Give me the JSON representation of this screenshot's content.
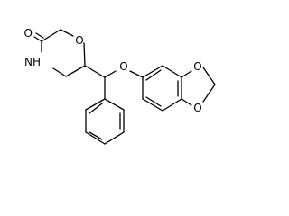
{
  "molecule": {
    "atoms": {
      "carbonyl_oxygen": "O",
      "ring_nitrogen": "NH",
      "ring_oxygen": "O",
      "ether_oxygen": "O",
      "dioxole_oxygen_top": "O",
      "dioxole_oxygen_bottom": "O"
    },
    "colors": {
      "bond": "#000000",
      "label": "#000000",
      "background": "#ffffff"
    }
  }
}
